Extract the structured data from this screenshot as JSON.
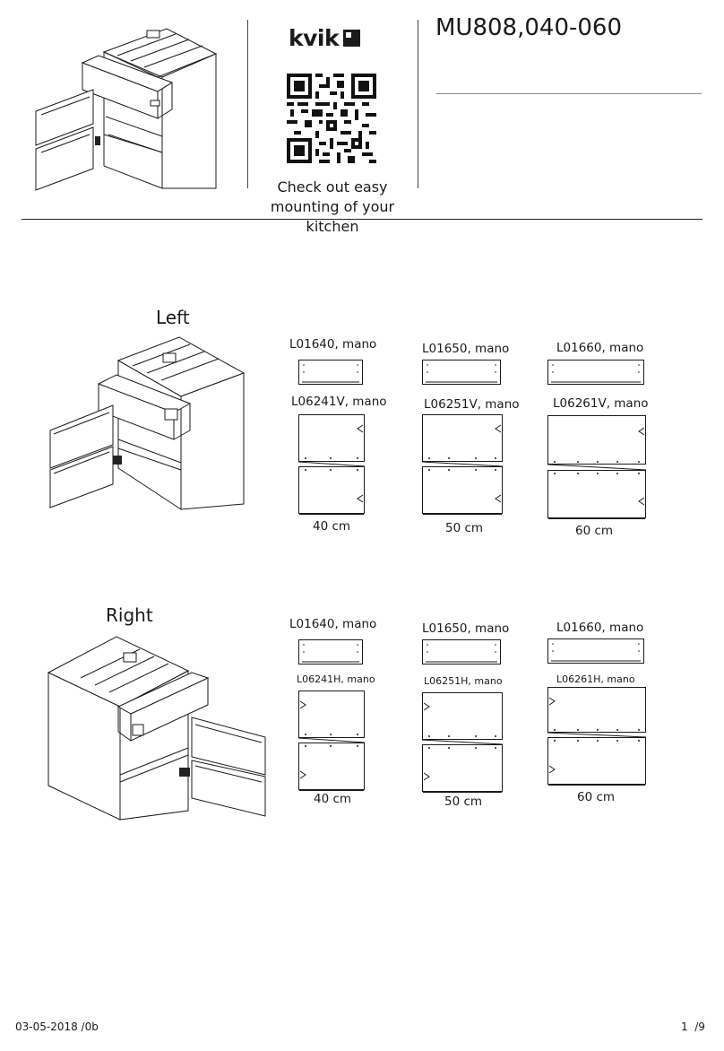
{
  "header": {
    "brand": "kvik",
    "model": "MU808,040-060",
    "qr_caption_line1": "Check out easy",
    "qr_caption_line2": "mounting of your kitchen"
  },
  "sections": [
    {
      "title": "Left",
      "drawer_fronts": [
        "L01640, mano",
        "L01650, mano",
        "L01660, mano"
      ],
      "doors": [
        "L06241V, mano",
        "L06251V, mano",
        "L06261V, mano"
      ],
      "widths": [
        "40 cm",
        "50 cm",
        "60 cm"
      ]
    },
    {
      "title": "Right",
      "drawer_fronts": [
        "L01640, mano",
        "L01650, mano",
        "L01660, mano"
      ],
      "doors": [
        "L06241H, mano",
        "L06251H, mano",
        "L06261H, mano"
      ],
      "widths": [
        "40 cm",
        "50 cm",
        "60 cm"
      ]
    }
  ],
  "footer": {
    "date_rev": "03-05-2018 /0b",
    "page": "1  /9"
  },
  "icons": {
    "logo_square": "kvik-logo-square-icon",
    "qr": "qr-code-icon",
    "cabinet": "cabinet-illustration-icon",
    "hinge": "hinge-arrow-icon"
  }
}
